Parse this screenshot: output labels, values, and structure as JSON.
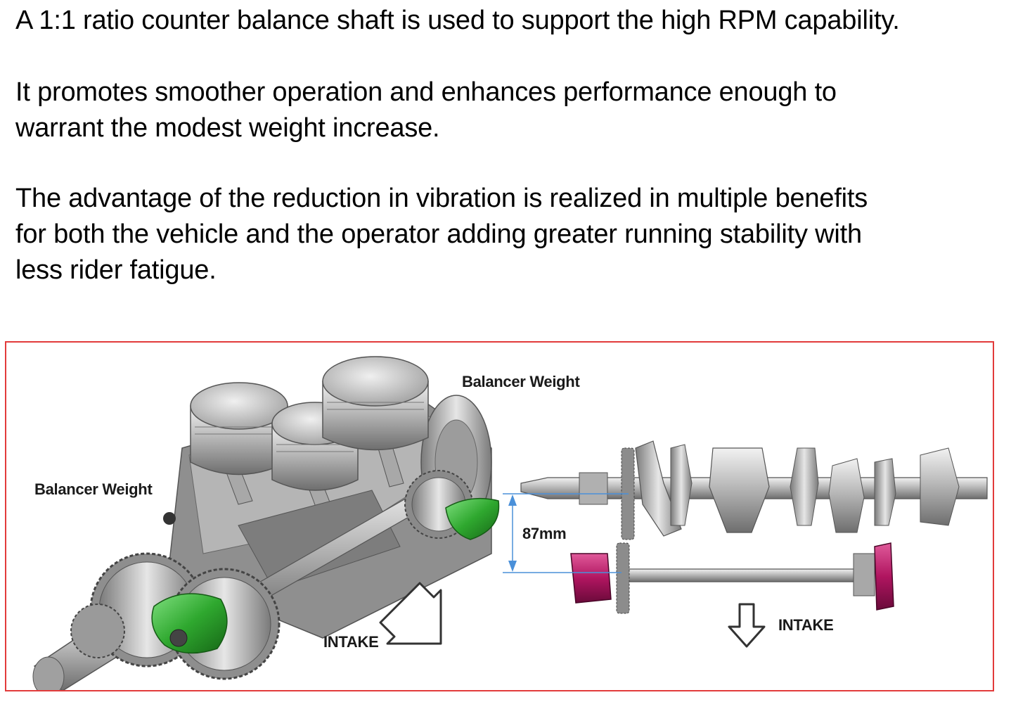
{
  "paragraphs": [
    {
      "lines": [
        "A 1:1 ratio counter balance shaft is used to support the high RPM capability."
      ]
    },
    {
      "lines": [
        "It promotes smoother operation and enhances performance enough to",
        "warrant the modest weight increase."
      ]
    },
    {
      "lines": [
        "The advantage of the reduction in vibration is realized in multiple benefits",
        "for both the vehicle and the operator adding greater running stability with",
        "less rider fatigue."
      ]
    }
  ],
  "figure": {
    "labels": {
      "balancer_weight_left": "Balancer Weight",
      "balancer_weight_top": "Balancer Weight",
      "dimension": "87mm",
      "intake_left": "INTAKE",
      "intake_right": "INTAKE"
    },
    "colors": {
      "frame_border": "#e23b3b",
      "balancer_weight_green": "#2fa82f",
      "balancer_weight_magenta": "#b01560",
      "dimension_line": "#4a90d9",
      "metal": "#9a9a9a"
    },
    "icons": [
      "intake-arrow-diagonal-icon",
      "intake-arrow-down-icon"
    ]
  }
}
